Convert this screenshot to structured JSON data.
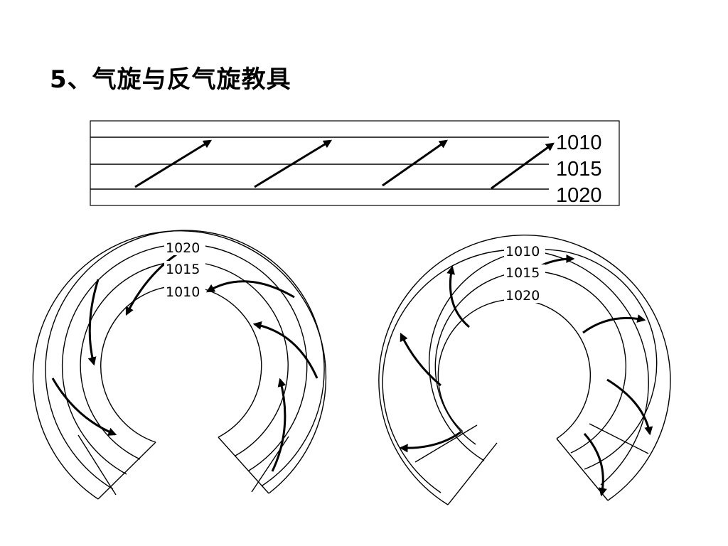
{
  "title": "5、气旋与反气旋教具",
  "straight_isobars": {
    "labels": [
      "1010",
      "1015",
      "1020"
    ]
  },
  "cyclone": {
    "labels": [
      "1020",
      "1015",
      "1010"
    ]
  },
  "anticyclone": {
    "labels": [
      "1010",
      "1015",
      "1020"
    ]
  }
}
